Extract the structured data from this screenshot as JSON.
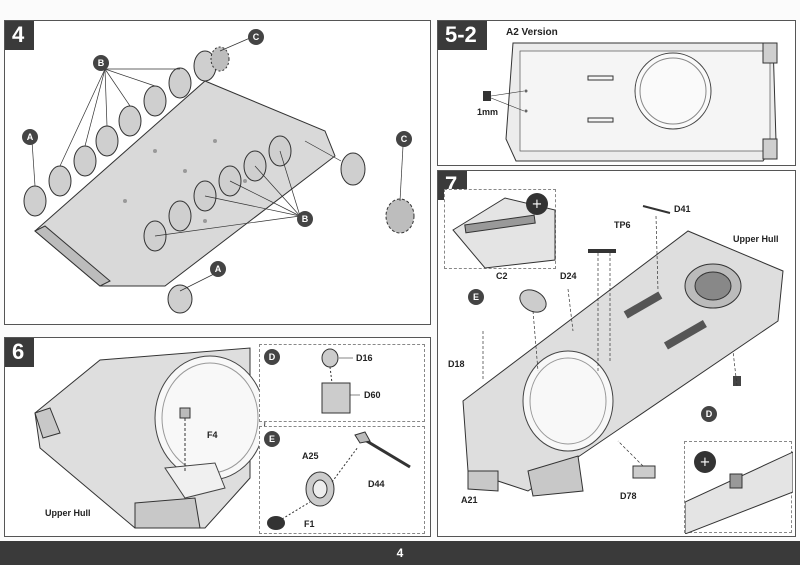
{
  "page_number": "4",
  "steps": {
    "s4": {
      "number": "4",
      "callouts": {
        "a1": "A",
        "a2": "A",
        "b1": "B",
        "b2": "B",
        "c1": "C",
        "c2": "C"
      }
    },
    "s52": {
      "number": "5-2",
      "title": "A2 Version",
      "hole_note": "1mm"
    },
    "s6": {
      "number": "6",
      "labels": {
        "upper_hull": "Upper Hull",
        "f4": "F4"
      },
      "sub_d": {
        "callout": "D",
        "d16": "D16",
        "d60": "D60"
      },
      "sub_e": {
        "callout": "E",
        "a25": "A25",
        "d44": "D44",
        "f1": "F1"
      }
    },
    "s7": {
      "number": "7",
      "labels": {
        "upper_hull": "Upper Hull",
        "d41": "D41",
        "tp6": "TP6",
        "d24": "D24",
        "c2": "C2",
        "d18": "D18",
        "a21": "A21",
        "d78": "D78"
      },
      "callouts": {
        "e": "E",
        "d": "D"
      }
    }
  },
  "colors": {
    "step_bg": "#3a3a3a",
    "part_gray": "#c8c8c8",
    "line": "#333333"
  }
}
